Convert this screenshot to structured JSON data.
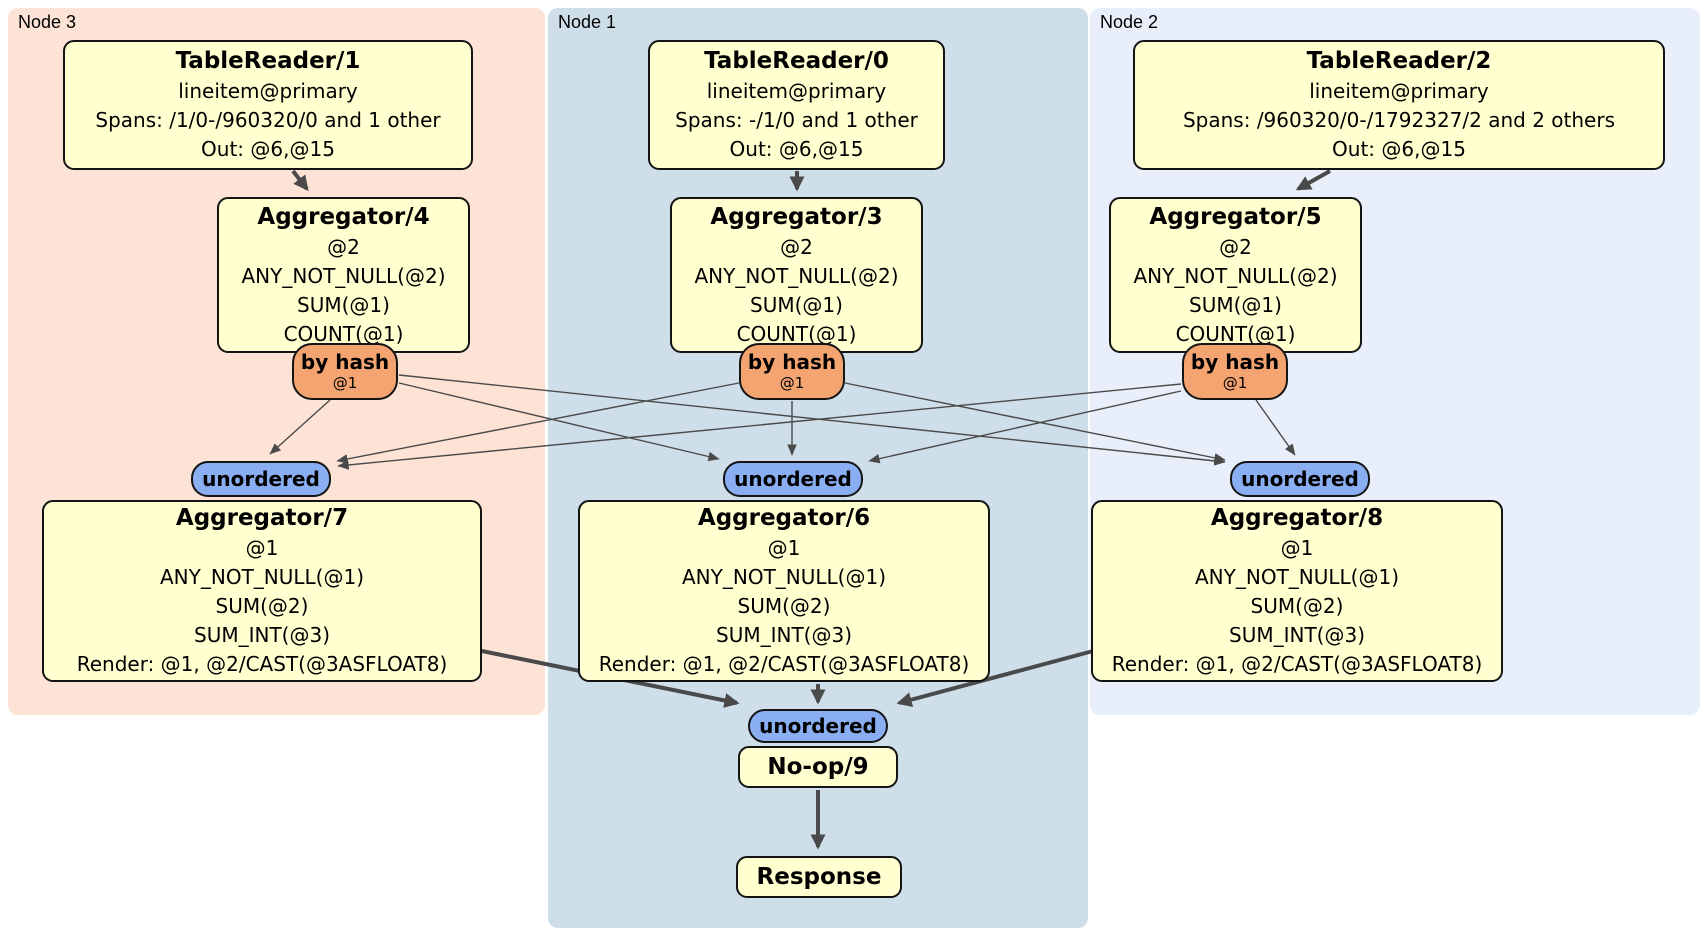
{
  "regions": {
    "node3": {
      "label": "Node 3",
      "fill": "#fce3d6"
    },
    "node1": {
      "label": "Node 1",
      "fill": "#cfdfe9"
    },
    "node2": {
      "label": "Node 2",
      "fill": "#e9effa"
    }
  },
  "boxes": {
    "tr1": {
      "title": "TableReader/1",
      "lines": [
        "lineitem@primary",
        "Spans: /1/0-/960320/0 and 1 other",
        "Out: @6,@15"
      ]
    },
    "tr0": {
      "title": "TableReader/0",
      "lines": [
        "lineitem@primary",
        "Spans: -/1/0 and 1 other",
        "Out: @6,@15"
      ]
    },
    "tr2": {
      "title": "TableReader/2",
      "lines": [
        "lineitem@primary",
        "Spans: /960320/0-/1792327/2 and 2 others",
        "Out: @6,@15"
      ]
    },
    "agg4": {
      "title": "Aggregator/4",
      "lines": [
        "@2",
        "ANY_NOT_NULL(@2)",
        "SUM(@1)",
        "COUNT(@1)"
      ]
    },
    "agg3": {
      "title": "Aggregator/3",
      "lines": [
        "@2",
        "ANY_NOT_NULL(@2)",
        "SUM(@1)",
        "COUNT(@1)"
      ]
    },
    "agg5": {
      "title": "Aggregator/5",
      "lines": [
        "@2",
        "ANY_NOT_NULL(@2)",
        "SUM(@1)",
        "COUNT(@1)"
      ]
    },
    "agg7": {
      "title": "Aggregator/7",
      "lines": [
        "@1",
        "ANY_NOT_NULL(@1)",
        "SUM(@2)",
        "SUM_INT(@3)",
        "Render: @1, @2/CAST(@3ASFLOAT8)"
      ]
    },
    "agg6": {
      "title": "Aggregator/6",
      "lines": [
        "@1",
        "ANY_NOT_NULL(@1)",
        "SUM(@2)",
        "SUM_INT(@3)",
        "Render: @1, @2/CAST(@3ASFLOAT8)"
      ]
    },
    "agg8": {
      "title": "Aggregator/8",
      "lines": [
        "@1",
        "ANY_NOT_NULL(@1)",
        "SUM(@2)",
        "SUM_INT(@3)",
        "Render: @1, @2/CAST(@3ASFLOAT8)"
      ]
    },
    "noop": {
      "title": "No-op/9"
    },
    "response": {
      "title": "Response"
    }
  },
  "routers": {
    "hash3": {
      "label": "by hash",
      "detail": "@1"
    },
    "hash1": {
      "label": "by hash",
      "detail": "@1"
    },
    "hash2": {
      "label": "by hash",
      "detail": "@1"
    }
  },
  "syncs": {
    "un3": {
      "label": "unordered"
    },
    "un1": {
      "label": "unordered"
    },
    "un2": {
      "label": "unordered"
    },
    "unFinal": {
      "label": "unordered"
    }
  },
  "colors": {
    "box_fill": "#ffffd0",
    "hash_router_fill": "#f4a471",
    "sync_fill": "#8aaef2",
    "edge": "#4a4a4a",
    "border": "#141414"
  }
}
